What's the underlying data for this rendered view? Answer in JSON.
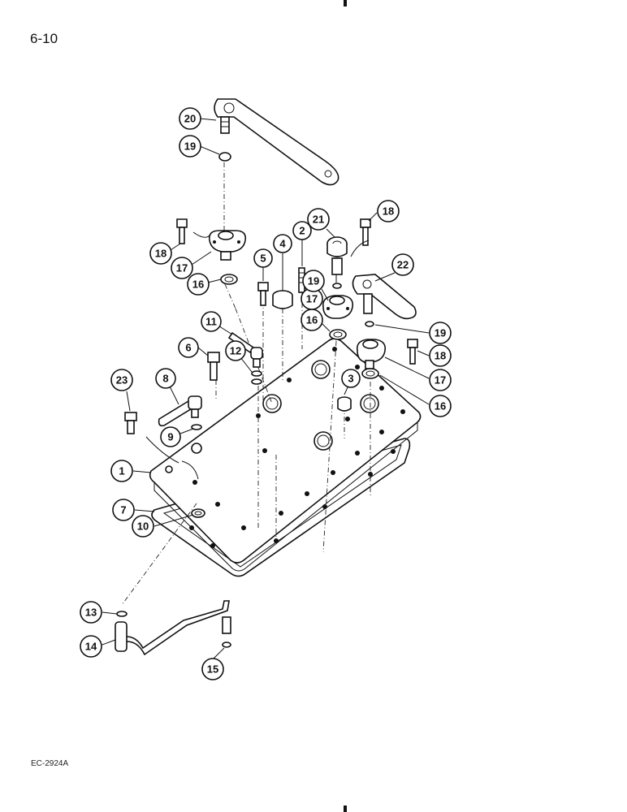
{
  "page": {
    "number": "6-10",
    "figure_code": "EC-2924A"
  },
  "callouts": [
    {
      "label": "1"
    },
    {
      "label": "2"
    },
    {
      "label": "3"
    },
    {
      "label": "4"
    },
    {
      "label": "5"
    },
    {
      "label": "6"
    },
    {
      "label": "7"
    },
    {
      "label": "8"
    },
    {
      "label": "9"
    },
    {
      "label": "10"
    },
    {
      "label": "11"
    },
    {
      "label": "12"
    },
    {
      "label": "13"
    },
    {
      "label": "14"
    },
    {
      "label": "15"
    },
    {
      "label": "16"
    },
    {
      "label": "16"
    },
    {
      "label": "16"
    },
    {
      "label": "17"
    },
    {
      "label": "17"
    },
    {
      "label": "17"
    },
    {
      "label": "18"
    },
    {
      "label": "18"
    },
    {
      "label": "18"
    },
    {
      "label": "19"
    },
    {
      "label": "19"
    },
    {
      "label": "19"
    },
    {
      "label": "20"
    },
    {
      "label": "21"
    },
    {
      "label": "22"
    },
    {
      "label": "23"
    }
  ]
}
